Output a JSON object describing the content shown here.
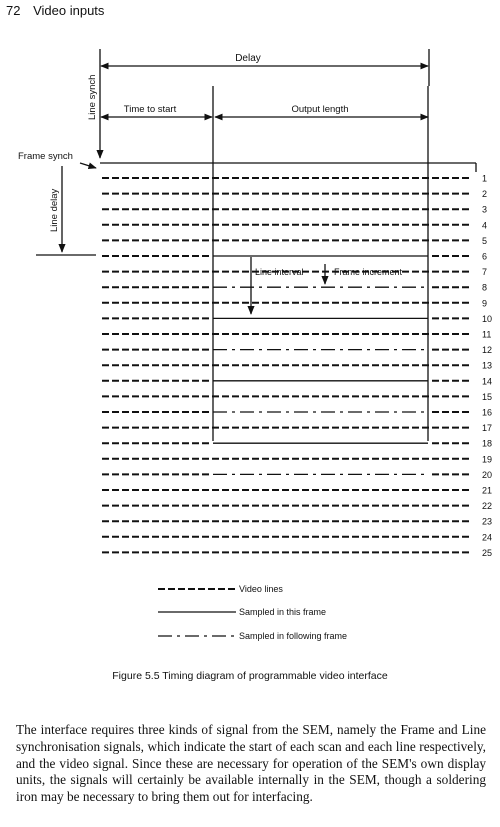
{
  "header": {
    "page_number": "72",
    "running_title": "Video inputs"
  },
  "figure": {
    "labels": {
      "delay": "Delay",
      "line_synch": "Line synch",
      "time_to_start": "Time to start",
      "output_length": "Output length",
      "frame_synch": "Frame synch",
      "line_delay": "Line delay",
      "line_interval": "Line interval",
      "frame_increment": "Frame increment"
    },
    "line_numbers": [
      "1",
      "2",
      "3",
      "4",
      "5",
      "6",
      "7",
      "8",
      "9",
      "10",
      "11",
      "12",
      "13",
      "14",
      "15",
      "16",
      "17",
      "18",
      "19",
      "20",
      "21",
      "22",
      "23",
      "24",
      "25"
    ],
    "sampled_this_frame_lines": [
      6,
      10,
      14,
      18
    ],
    "sampled_following_frame_lines": [
      8,
      12,
      16,
      20
    ],
    "legend": [
      {
        "style": "dashed",
        "label": "Video lines"
      },
      {
        "style": "solid",
        "label": "Sampled in this frame"
      },
      {
        "style": "dash-dot",
        "label": "Sampled in following frame"
      }
    ],
    "caption": "Figure 5.5 Timing diagram of programmable video interface"
  },
  "body_text": "The interface requires three kinds of signal from the SEM, namely the Frame and Line synchronisation signals, which indicate the start of each scan and each line respectively, and the video signal. Since these are necessary for operation of the SEM's own display units, the signals will certainly be available internally in the SEM, though a soldering iron may be necessary to bring them out for interfacing."
}
